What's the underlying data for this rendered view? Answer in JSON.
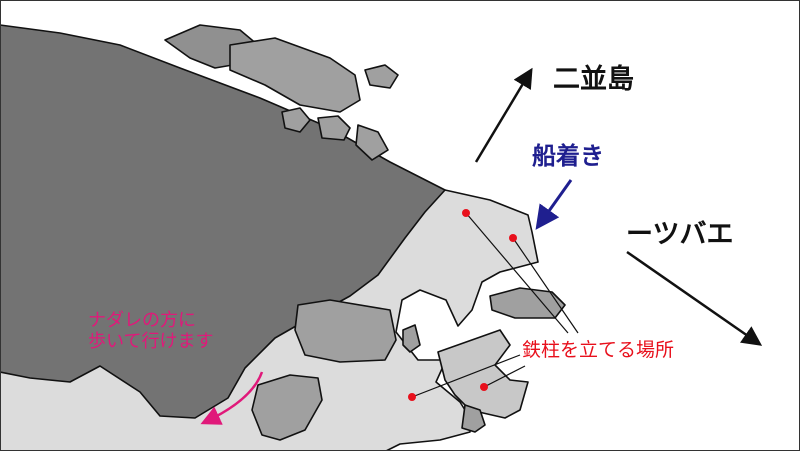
{
  "labels": {
    "futanami": "二並島",
    "funatsuki": "船着き",
    "hitotsubae": "ーツバエ",
    "tecchu": "鉄柱を立てる場所",
    "nadare_line1": "ナダレの方に",
    "nadare_line2": "歩いて行けます"
  },
  "colors": {
    "dark_land": "#737373",
    "light_land": "#dcdcdc",
    "rock": "#a0a0a0",
    "sea": "#ffffff",
    "funatsuki": "#1f1f8f",
    "tecchu": "#e8101c",
    "nadare": "#e0197a"
  }
}
